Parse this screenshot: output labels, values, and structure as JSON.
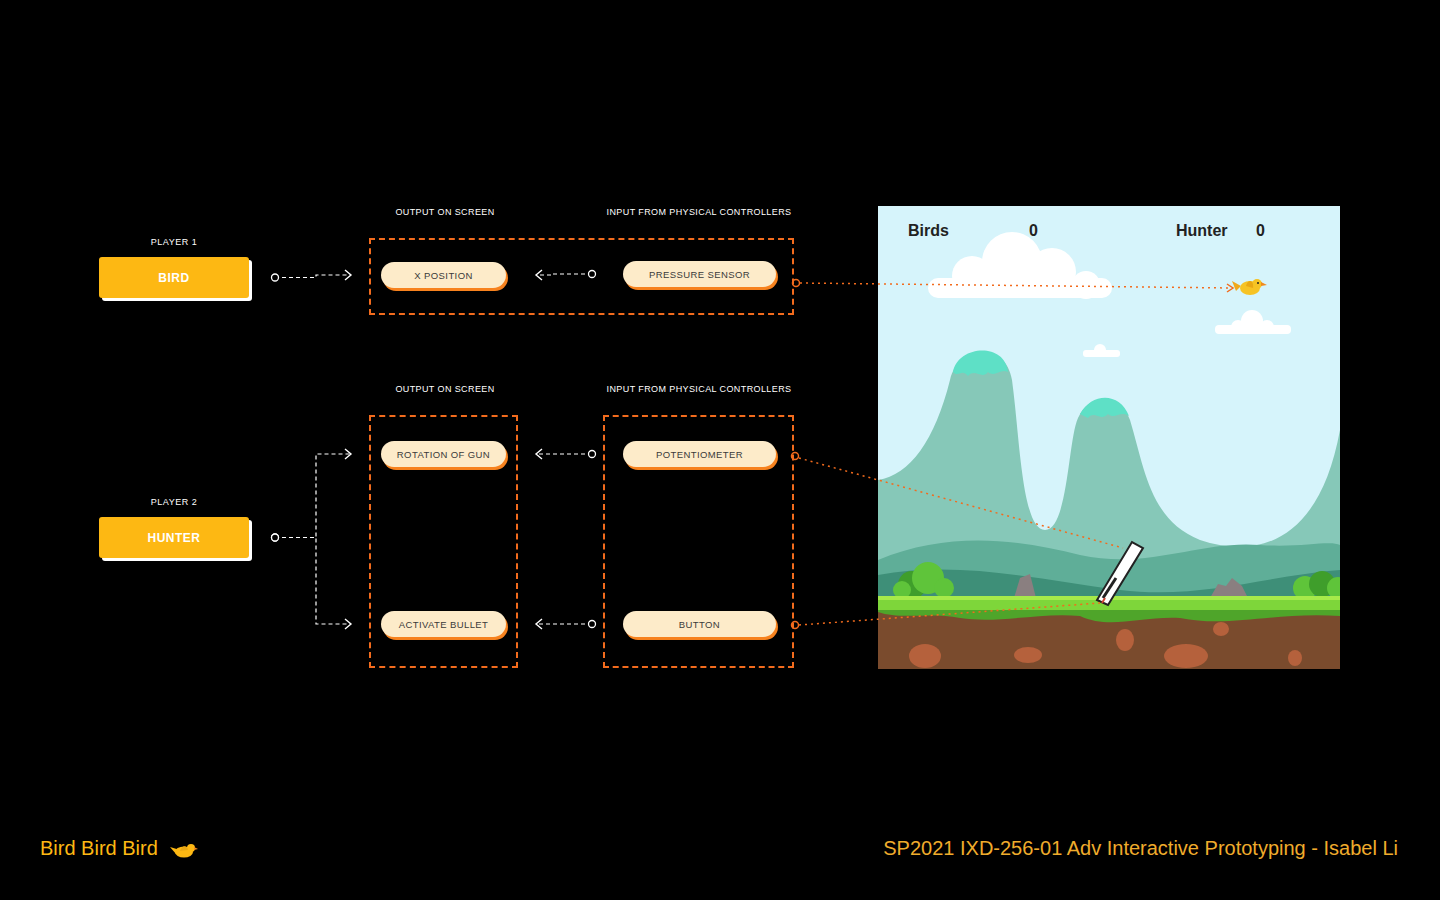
{
  "diagram": {
    "nodes": [
      {
        "text": [
          "PLAYER 1",
          "BIRD"
        ]
      },
      {
        "text": [
          "OUTPUT ON SCREEN",
          "INPUT FROM PHYSICAL CONTROLLERS"
        ]
      },
      {
        "text": [
          "X POSITION"
        ],
        "in": 1
      },
      {
        "text": [
          "PRESSURE SENSOR"
        ],
        "in": 1
      },
      {
        "text": [
          "PLAYER 2",
          "HUNTER"
        ]
      },
      {
        "text": [
          "OUTPUT ON SCREEN"
        ]
      },
      {
        "text": [
          "ROTATION OF GUN"
        ],
        "in": 5
      },
      {
        "text": [
          "ACTIVATE BULLET"
        ],
        "in": 5
      },
      {
        "text": [
          "INPUT FROM PHYSICAL CONTROLLERS"
        ]
      },
      {
        "text": [
          "POTENTIOMETER"
        ],
        "in": 8
      },
      {
        "text": [
          "BUTTON"
        ],
        "in": 8
      },
      {
        "text": [
          "Birds",
          "0",
          "Hunter",
          "0"
        ]
      }
    ],
    "edges": [
      {
        "from": 0,
        "to": 2,
        "arrow": "to"
      },
      {
        "from": 3,
        "to": 2,
        "arrow": "to"
      },
      {
        "from": 4,
        "to": 6,
        "arrow": "to"
      },
      {
        "from": 4,
        "to": 7,
        "arrow": "to"
      },
      {
        "from": 9,
        "to": 6,
        "arrow": "to"
      },
      {
        "from": 10,
        "to": 7,
        "arrow": "to"
      }
    ],
    "labels": [
      "Bird Bird Bird",
      "SP2021 IXD-256-01 Adv Interactive Prototyping - Isabel Li"
    ]
  }
}
